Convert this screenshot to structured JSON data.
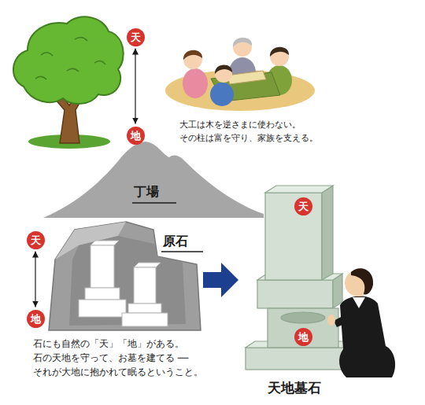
{
  "diagram": {
    "nodes": [
      {
        "text": [
          "天"
        ]
      },
      {
        "text": [
          "地"
        ]
      },
      {
        "text": [
          "天"
        ]
      },
      {
        "text": [
          "地"
        ]
      },
      {
        "text": [
          "天"
        ]
      },
      {
        "text": [
          "地"
        ]
      }
    ],
    "edges": [
      {
        "from": 0,
        "to": 1,
        "arrow": "both"
      },
      {
        "from": 2,
        "to": 3,
        "arrow": "both"
      }
    ],
    "labels": [
      "大工は木を逆さまに使わない。",
      "その柱は富を守り、家族を支える。",
      "丁場",
      "原石",
      "石にも自然の「天」「地」がある。",
      "石の天地を守って、お墓を建てる ──",
      "それが大地に抱かれて眠るということ。",
      "天地墓石"
    ]
  }
}
